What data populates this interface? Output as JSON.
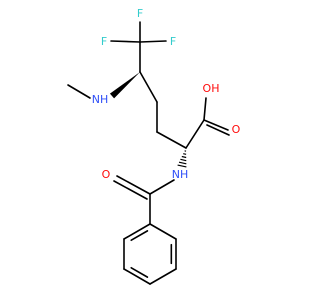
{
  "atoms": {
    "f1": {
      "label": "F"
    },
    "f2": {
      "label": "F"
    },
    "f3": {
      "label": "F"
    },
    "n_methylamino": {
      "label": "NH"
    },
    "oh": {
      "label": "OH"
    },
    "o_carbonyl_acid": {
      "label": "O"
    },
    "n_amide": {
      "label": "NH"
    },
    "o_amide": {
      "label": "O"
    }
  },
  "colors": {
    "bond": "#000000",
    "fluorine": "#33cccc",
    "nitrogen": "#3050f8",
    "oxygen": "#ff0d0d",
    "background": "#ffffff"
  }
}
